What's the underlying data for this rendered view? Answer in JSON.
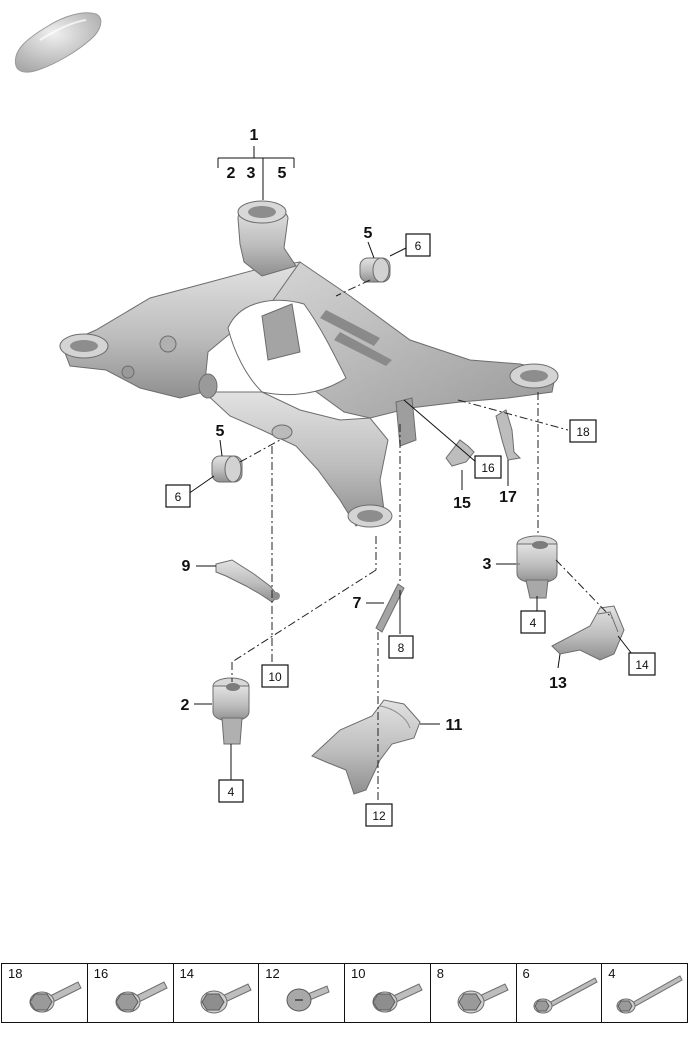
{
  "colors": {
    "part_fill": "#c9c9c9",
    "part_dark": "#8e8e8e",
    "line": "#111111",
    "background": "#ffffff"
  },
  "thumbnail": {
    "icon": "car-silhouette-icon"
  },
  "callouts": {
    "c1": "1",
    "c1_sub_2": "2",
    "c1_sub_3": "3",
    "c1_sub_5": "5",
    "c5_top": "5",
    "c5_left": "5",
    "c9": "9",
    "c3": "3",
    "c7": "7",
    "c2": "2",
    "c11": "11",
    "c13": "13",
    "c15": "15",
    "c17": "17"
  },
  "boxed_refs": {
    "b6_top": "6",
    "b6_left": "6",
    "b18": "18",
    "b16": "16",
    "b4_right": "4",
    "b8": "8",
    "b10": "10",
    "b14": "14",
    "b4_left": "4",
    "b12": "12"
  },
  "fastener_table": [
    {
      "number": "18",
      "icon": "flange-bolt-icon"
    },
    {
      "number": "16",
      "icon": "flange-bolt-icon"
    },
    {
      "number": "14",
      "icon": "flange-bolt-icon"
    },
    {
      "number": "12",
      "icon": "round-head-screw-icon"
    },
    {
      "number": "10",
      "icon": "flange-bolt-icon"
    },
    {
      "number": "8",
      "icon": "flange-bolt-icon"
    },
    {
      "number": "6",
      "icon": "long-bolt-icon"
    },
    {
      "number": "4",
      "icon": "long-bolt-icon"
    }
  ]
}
